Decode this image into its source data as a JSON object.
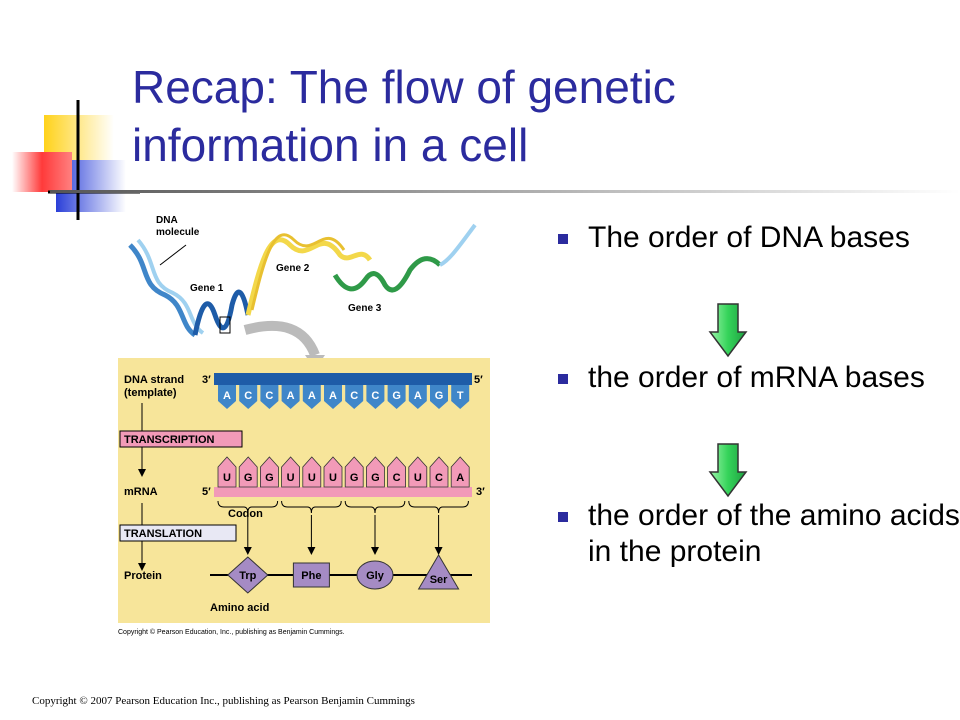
{
  "slide": {
    "title_line1": "Recap: The flow of genetic",
    "title_line2": "information in a cell",
    "bullets": [
      "The order of DNA bases",
      "the order of mRNA bases",
      "the order of the amino acids in the protein"
    ],
    "footer": "Copyright © 2007 Pearson Education Inc., publishing as Pearson Benjamin Cummings"
  },
  "diagram": {
    "top_labels": {
      "dna_molecule_1": "DNA",
      "dna_molecule_2": "molecule",
      "gene1": "Gene 1",
      "gene2": "Gene 2",
      "gene3": "Gene 3"
    },
    "dna_strand_label_1": "DNA strand",
    "dna_strand_label_2": "(template)",
    "prime3": "3′",
    "prime5": "5′",
    "dna_bases": [
      "A",
      "C",
      "C",
      "A",
      "A",
      "A",
      "C",
      "C",
      "G",
      "A",
      "G",
      "T"
    ],
    "transcription": "TRANSCRIPTION",
    "mrna_label": "mRNA",
    "mrna_bases": [
      "U",
      "G",
      "G",
      "U",
      "U",
      "U",
      "G",
      "G",
      "C",
      "U",
      "C",
      "A"
    ],
    "codon": "Codon",
    "translation": "TRANSLATION",
    "protein_label": "Protein",
    "amino_acids": [
      "Trp",
      "Phe",
      "Gly",
      "Ser"
    ],
    "amino_acid_label": "Amino acid",
    "copyright": "Copyright © Pearson Education, Inc., publishing as Benjamin Cummings."
  },
  "colors": {
    "title": "#2b2b9e",
    "panel": "#f7e59a",
    "dna_blue": "#3f86c9",
    "mrna_pink": "#f29ab8",
    "amino_purple": "#a58bc4",
    "arrow_green": "#35d35a"
  }
}
